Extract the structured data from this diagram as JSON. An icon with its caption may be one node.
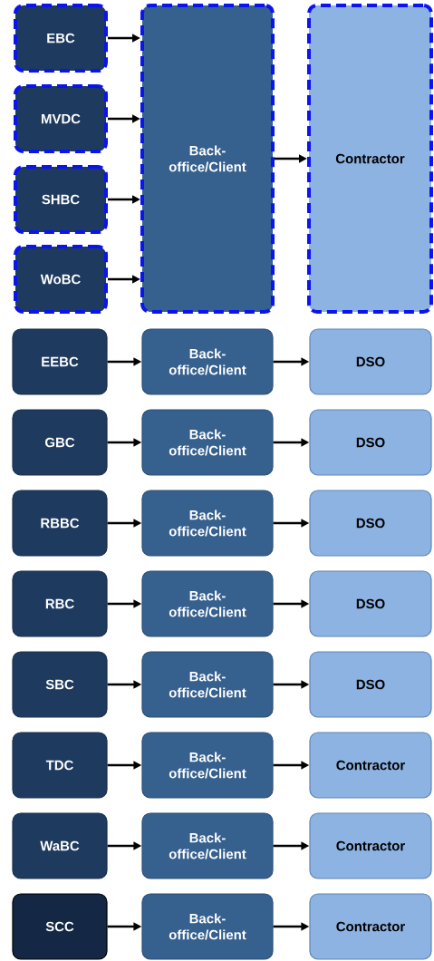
{
  "diagram": {
    "nodes": [
      {
        "text": [
          "EBC"
        ]
      },
      {
        "text": [
          "Back-office/Client"
        ]
      },
      {
        "text": [
          "Contractor"
        ]
      },
      {
        "text": [
          "MVDC"
        ]
      },
      {
        "text": [
          "SHBC"
        ]
      },
      {
        "text": [
          "WoBC"
        ]
      },
      {
        "text": [
          "EEBC"
        ]
      },
      {
        "text": [
          "Back-office/Client"
        ]
      },
      {
        "text": [
          "DSO"
        ]
      },
      {
        "text": [
          "GBC"
        ]
      },
      {
        "text": [
          "Back-office/Client"
        ]
      },
      {
        "text": [
          "DSO"
        ]
      },
      {
        "text": [
          "RBBC"
        ]
      },
      {
        "text": [
          "Back-office/Client"
        ]
      },
      {
        "text": [
          "DSO"
        ]
      },
      {
        "text": [
          "RBC"
        ]
      },
      {
        "text": [
          "Back-office/Client"
        ]
      },
      {
        "text": [
          "DSO"
        ]
      },
      {
        "text": [
          "SBC"
        ]
      },
      {
        "text": [
          "Back-office/Client"
        ]
      },
      {
        "text": [
          "DSO"
        ]
      },
      {
        "text": [
          "TDC"
        ]
      },
      {
        "text": [
          "Back-office/Client"
        ]
      },
      {
        "text": [
          "Contractor"
        ]
      },
      {
        "text": [
          "WaBC"
        ]
      },
      {
        "text": [
          "Back-office/Client"
        ]
      },
      {
        "text": [
          "Contractor"
        ]
      },
      {
        "text": [
          "SCC"
        ]
      },
      {
        "text": [
          "Back-office/Client"
        ]
      },
      {
        "text": [
          "Contractor"
        ]
      }
    ],
    "edges": [
      {
        "from": 0,
        "to": 1,
        "arrow": "to"
      },
      {
        "from": 3,
        "to": 1,
        "arrow": "to"
      },
      {
        "from": 4,
        "to": 1,
        "arrow": "to"
      },
      {
        "from": 5,
        "to": 1,
        "arrow": "to"
      },
      {
        "from": 1,
        "to": 2,
        "arrow": "to"
      },
      {
        "from": 6,
        "to": 7,
        "arrow": "to"
      },
      {
        "from": 7,
        "to": 8,
        "arrow": "to"
      },
      {
        "from": 9,
        "to": 10,
        "arrow": "to"
      },
      {
        "from": 10,
        "to": 11,
        "arrow": "to"
      },
      {
        "from": 12,
        "to": 13,
        "arrow": "to"
      },
      {
        "from": 13,
        "to": 14,
        "arrow": "to"
      },
      {
        "from": 15,
        "to": 16,
        "arrow": "to"
      },
      {
        "from": 16,
        "to": 17,
        "arrow": "to"
      },
      {
        "from": 18,
        "to": 19,
        "arrow": "to"
      },
      {
        "from": 19,
        "to": 20,
        "arrow": "to"
      },
      {
        "from": 21,
        "to": 22,
        "arrow": "to"
      },
      {
        "from": 22,
        "to": 23,
        "arrow": "to"
      },
      {
        "from": 24,
        "to": 25,
        "arrow": "to"
      },
      {
        "from": 25,
        "to": 26,
        "arrow": "to"
      },
      {
        "from": 27,
        "to": 28,
        "arrow": "to"
      },
      {
        "from": 28,
        "to": 29,
        "arrow": "to"
      }
    ]
  }
}
